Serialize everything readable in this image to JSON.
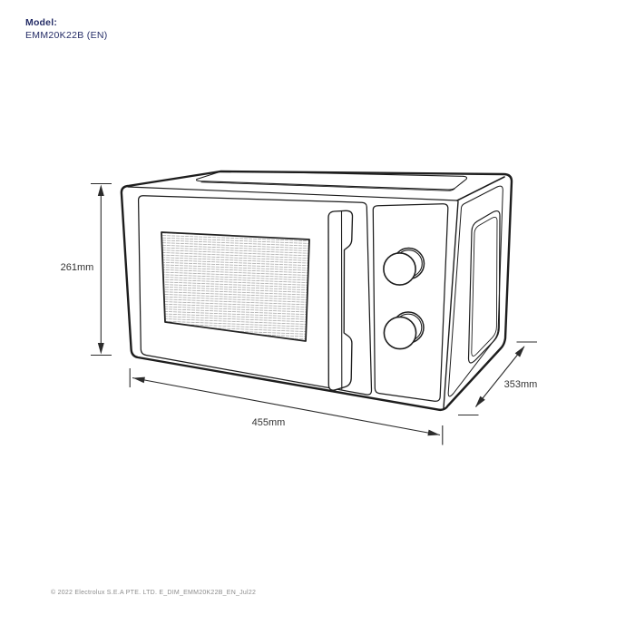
{
  "header": {
    "model_label": "Model:",
    "model_number": "EMM20K22B (EN)"
  },
  "diagram": {
    "subject": "microwave-oven-dimension-drawing",
    "dimensions": {
      "height": "261mm",
      "width": "455mm",
      "depth": "353mm"
    }
  },
  "footer": {
    "copyright": "© 2022 Electrolux S.E.A PTE. LTD. E_DIM_EMM20K22B_EN_Jul22"
  },
  "colors": {
    "background": "#ffffff",
    "drawing_line": "#1d1d1d",
    "dimension_line": "#2b2b2b",
    "dimension_text": "#333333",
    "model_text_navy": "#242c66",
    "copyright_gray": "#8c8c8c",
    "window_hatch": "#999999"
  }
}
